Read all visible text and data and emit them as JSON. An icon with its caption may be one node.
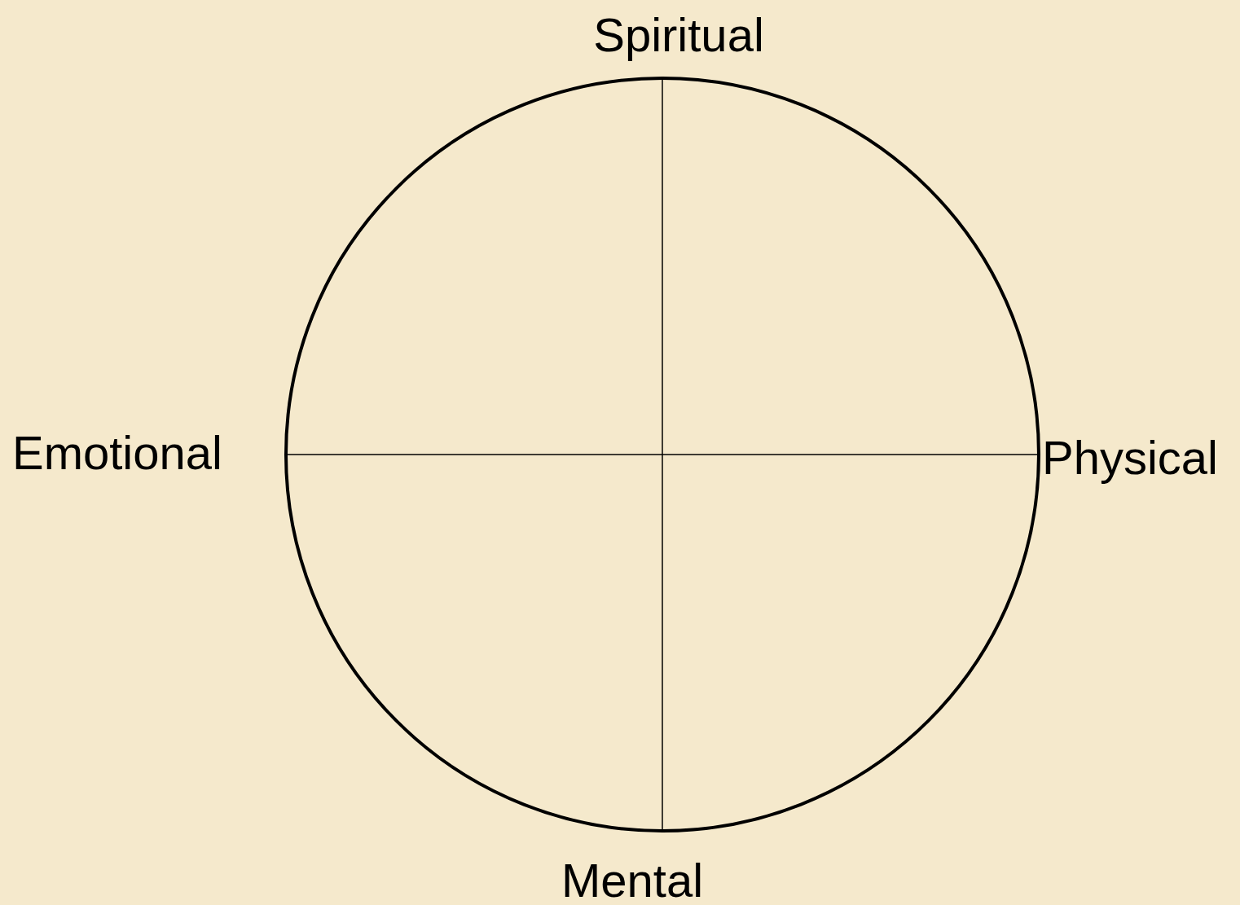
{
  "diagram": {
    "labels": [
      "Spiritual",
      "Emotional",
      "Physical",
      "Mental"
    ]
  }
}
